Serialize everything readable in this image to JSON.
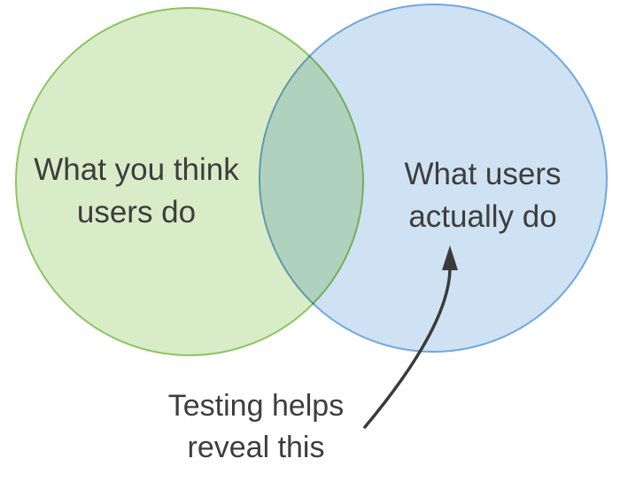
{
  "venn": {
    "text_color": "#3d3d3d",
    "left_circle": {
      "label": "What you think\nusers do",
      "fill": "#d9ecc8",
      "stroke": "#8cc560"
    },
    "right_circle": {
      "label": "What users\nactually do",
      "fill": "#cfe2f3",
      "stroke": "#6fa8dc"
    },
    "annotation": {
      "label": "Testing helps\nreveal this",
      "arrow_color": "#3a3a3a"
    }
  }
}
